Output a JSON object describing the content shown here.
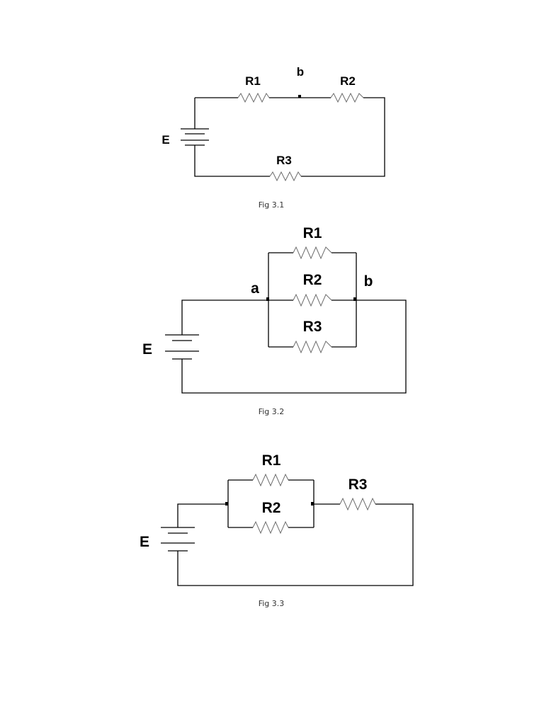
{
  "figures": [
    {
      "caption": "Fig 3.1",
      "labels": {
        "source": "E",
        "r1": "R1",
        "r2": "R2",
        "r3": "R3",
        "node_b": "b"
      }
    },
    {
      "caption": "Fig 3.2",
      "labels": {
        "source": "E",
        "r1": "R1",
        "r2": "R2",
        "r3": "R3",
        "node_a": "a",
        "node_b": "b"
      }
    },
    {
      "caption": "Fig 3.3",
      "labels": {
        "source": "E",
        "r1": "R1",
        "r2": "R2",
        "r3": "R3"
      }
    }
  ]
}
